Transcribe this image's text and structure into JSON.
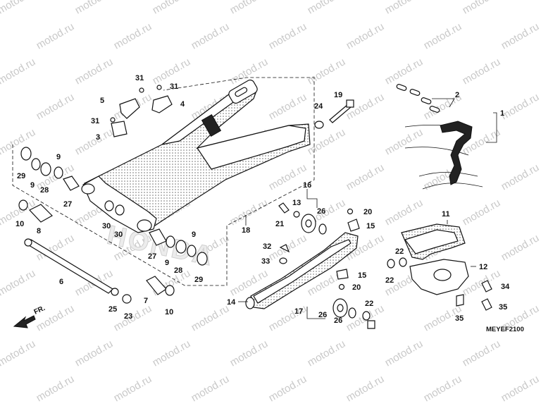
{
  "diagram": {
    "code": "MEYEF2100",
    "direction_label": "FR.",
    "watermark": "motod.ru",
    "logo_text": "HONDA"
  },
  "callouts": [
    "1",
    "2",
    "3",
    "4",
    "5",
    "6",
    "7",
    "8",
    "9",
    "10",
    "11",
    "12",
    "13",
    "14",
    "15",
    "16",
    "17",
    "18",
    "19",
    "20",
    "21",
    "22",
    "23",
    "24",
    "25",
    "26",
    "27",
    "28",
    "29",
    "30",
    "31",
    "32",
    "33",
    "34",
    "35"
  ]
}
